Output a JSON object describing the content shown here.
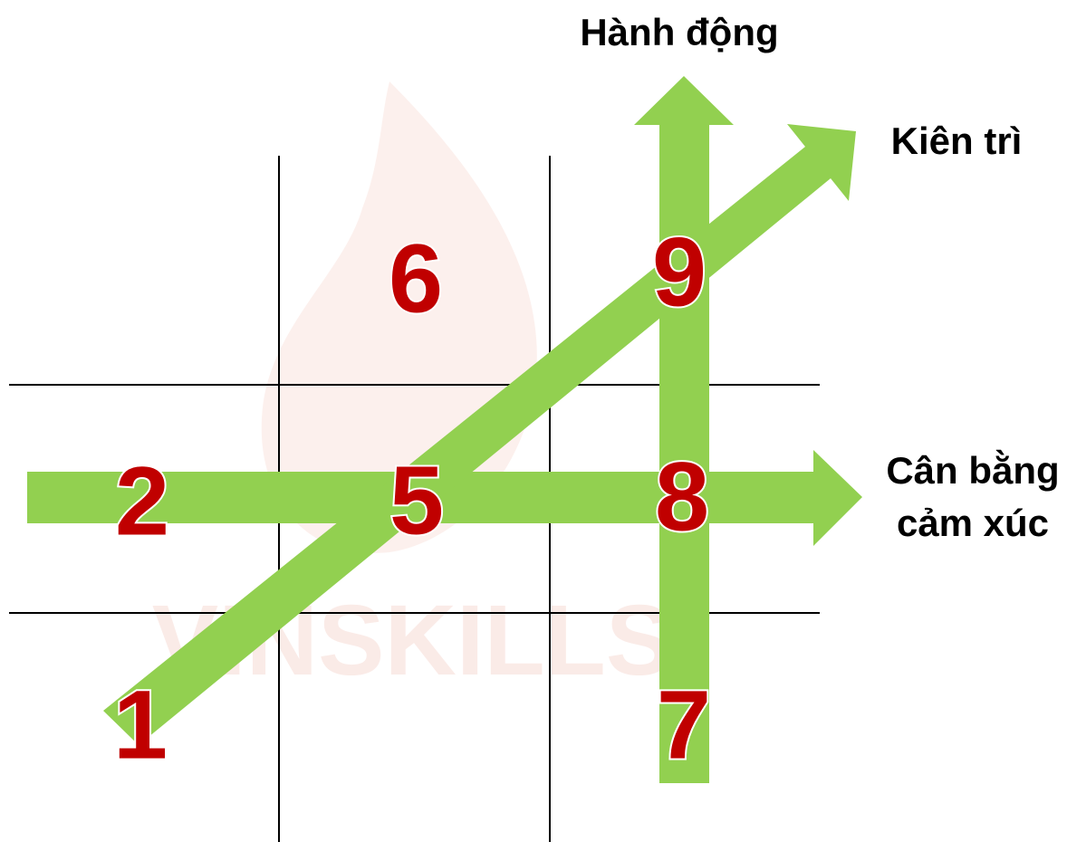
{
  "watermark": {
    "text": "VINSKILLS"
  },
  "colors": {
    "arrow": "#92d050",
    "digit": "#c00000",
    "grid": "#000000",
    "label": "#000000"
  },
  "numbers": {
    "n1": "1",
    "n2": "2",
    "n5": "5",
    "n6": "6",
    "n7": "7",
    "n8": "8",
    "n9": "9"
  },
  "labels": {
    "action": "Hành động",
    "persistence": "Kiên trì",
    "emotional_balance_line1": "Cân bằng",
    "emotional_balance_line2": "cảm xúc"
  }
}
